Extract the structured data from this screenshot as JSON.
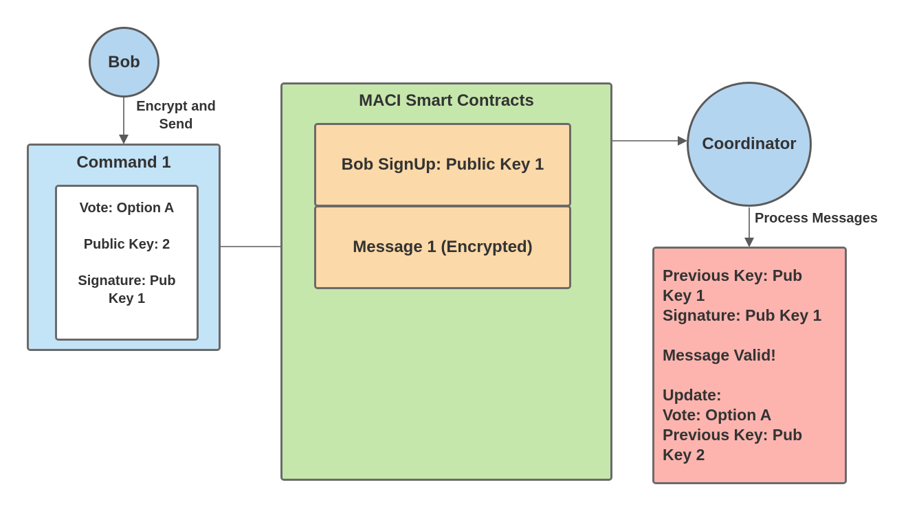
{
  "nodes": {
    "bob": "Bob",
    "coordinator": "Coordinator"
  },
  "edges": {
    "encrypt_send": [
      "Encrypt and",
      "Send"
    ],
    "process_messages": "Process Messages"
  },
  "command": {
    "title": "Command 1",
    "lines": [
      "Vote: Option A",
      "Public Key: 2",
      "Signature: Pub",
      "Key 1"
    ]
  },
  "contracts": {
    "title": "MACI Smart Contracts",
    "signup": "Bob SignUp: Public Key 1",
    "message": "Message 1 (Encrypted)"
  },
  "result": {
    "lines": [
      "Previous Key: Pub",
      "Key 1",
      "Signature: Pub Key 1",
      "",
      "Message Valid!",
      "",
      "Update:",
      "Vote: Option A",
      "Previous Key: Pub",
      "Key 2"
    ]
  },
  "colors": {
    "node_fill": "#b4d5f0",
    "command_fill": "#c3e3f7",
    "contracts_fill": "#c6e7ab",
    "message_fill": "#fcd9a8",
    "result_fill": "#fdb4ae",
    "stroke": "#5a5a5a"
  }
}
